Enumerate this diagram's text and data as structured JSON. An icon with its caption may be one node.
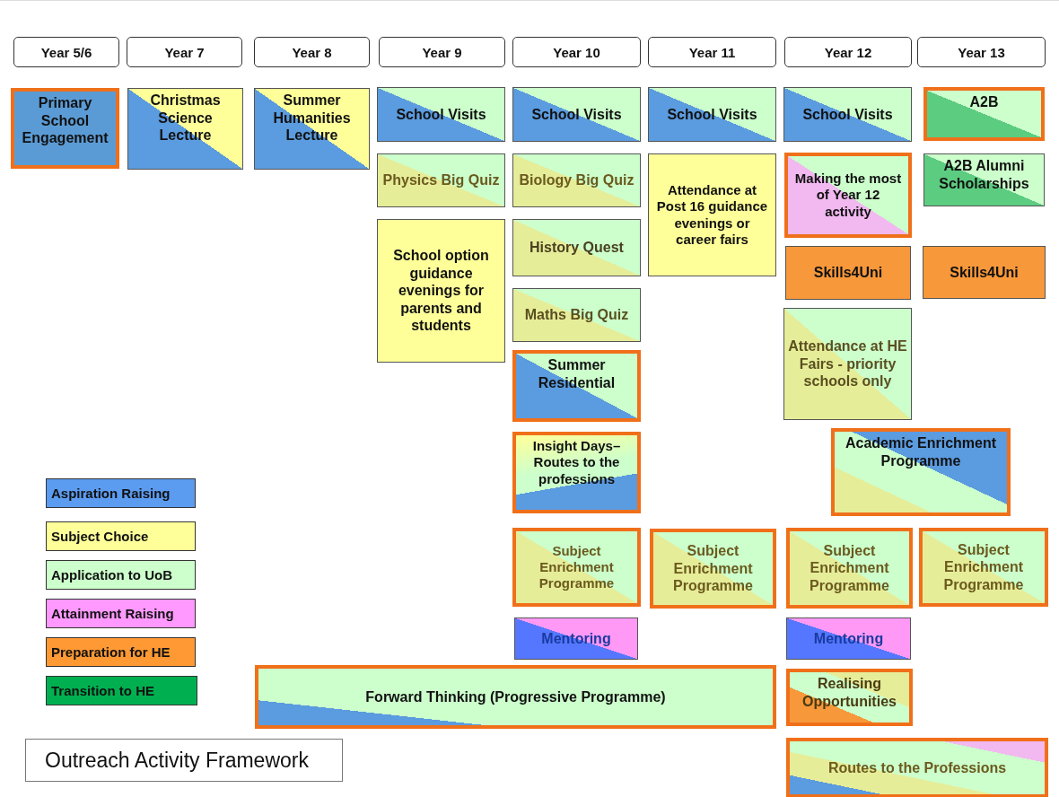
{
  "diagram": {
    "title": "Outreach Activity Framework",
    "nodes": [
      {
        "text": [
          "Year 5/6"
        ]
      },
      {
        "text": [
          "Year 7"
        ]
      },
      {
        "text": [
          "Year 8"
        ]
      },
      {
        "text": [
          "Year 9"
        ]
      },
      {
        "text": [
          "Year 10"
        ]
      },
      {
        "text": [
          "Year 11"
        ]
      },
      {
        "text": [
          "Year 12"
        ]
      },
      {
        "text": [
          "Year 13"
        ]
      },
      {
        "text": [
          "Primary School Engagement"
        ]
      },
      {
        "text": [
          "Christmas Science Lecture"
        ]
      },
      {
        "text": [
          "Summer Humanities Lecture"
        ]
      },
      {
        "text": [
          "School Visits"
        ]
      },
      {
        "text": [
          "School Visits"
        ]
      },
      {
        "text": [
          "School Visits"
        ]
      },
      {
        "text": [
          "School Visits"
        ]
      },
      {
        "text": [
          "A2B"
        ]
      },
      {
        "text": [
          "Physics Big Quiz"
        ]
      },
      {
        "text": [
          "Biology Big Quiz"
        ]
      },
      {
        "text": [
          "Attendance at Post 16 guidance evenings or career fairs"
        ]
      },
      {
        "text": [
          "Making the most of Year 12 activity"
        ]
      },
      {
        "text": [
          "A2B Alumni Scholarships"
        ]
      },
      {
        "text": [
          "School option guidance evenings for parents and students"
        ]
      },
      {
        "text": [
          "History Quest"
        ]
      },
      {
        "text": [
          "Skills4Uni"
        ]
      },
      {
        "text": [
          "Skills4Uni"
        ]
      },
      {
        "text": [
          "Maths Big Quiz"
        ]
      },
      {
        "text": [
          "Attendance at HE Fairs - priority schools only"
        ]
      },
      {
        "text": [
          "Summer Residential"
        ]
      },
      {
        "text": [
          "Insight Days– Routes to the professions"
        ]
      },
      {
        "text": [
          "Academic Enrichment Programme"
        ]
      },
      {
        "text": [
          "Subject Enrichment Programme"
        ]
      },
      {
        "text": [
          "Subject Enrichment Programme"
        ]
      },
      {
        "text": [
          "Subject Enrichment Programme"
        ]
      },
      {
        "text": [
          "Subject Enrichment Programme"
        ]
      },
      {
        "text": [
          "Mentoring"
        ]
      },
      {
        "text": [
          "Mentoring"
        ]
      },
      {
        "text": [
          "Forward Thinking (Progressive Programme)"
        ]
      },
      {
        "text": [
          "Realising Opportunities"
        ]
      },
      {
        "text": [
          "Routes to the Professions"
        ]
      }
    ],
    "legend": [
      {
        "text": "Aspiration Raising",
        "color": "#5b9bf0"
      },
      {
        "text": "Subject Choice",
        "color": "#ffff99"
      },
      {
        "text": "Application to UoB",
        "color": "#ccffcc"
      },
      {
        "text": "Attainment Raising",
        "color": "#ff99ff"
      },
      {
        "text": "Preparation for HE",
        "color": "#ff9933"
      },
      {
        "text": "Transition to HE",
        "color": "#00b050"
      }
    ]
  }
}
